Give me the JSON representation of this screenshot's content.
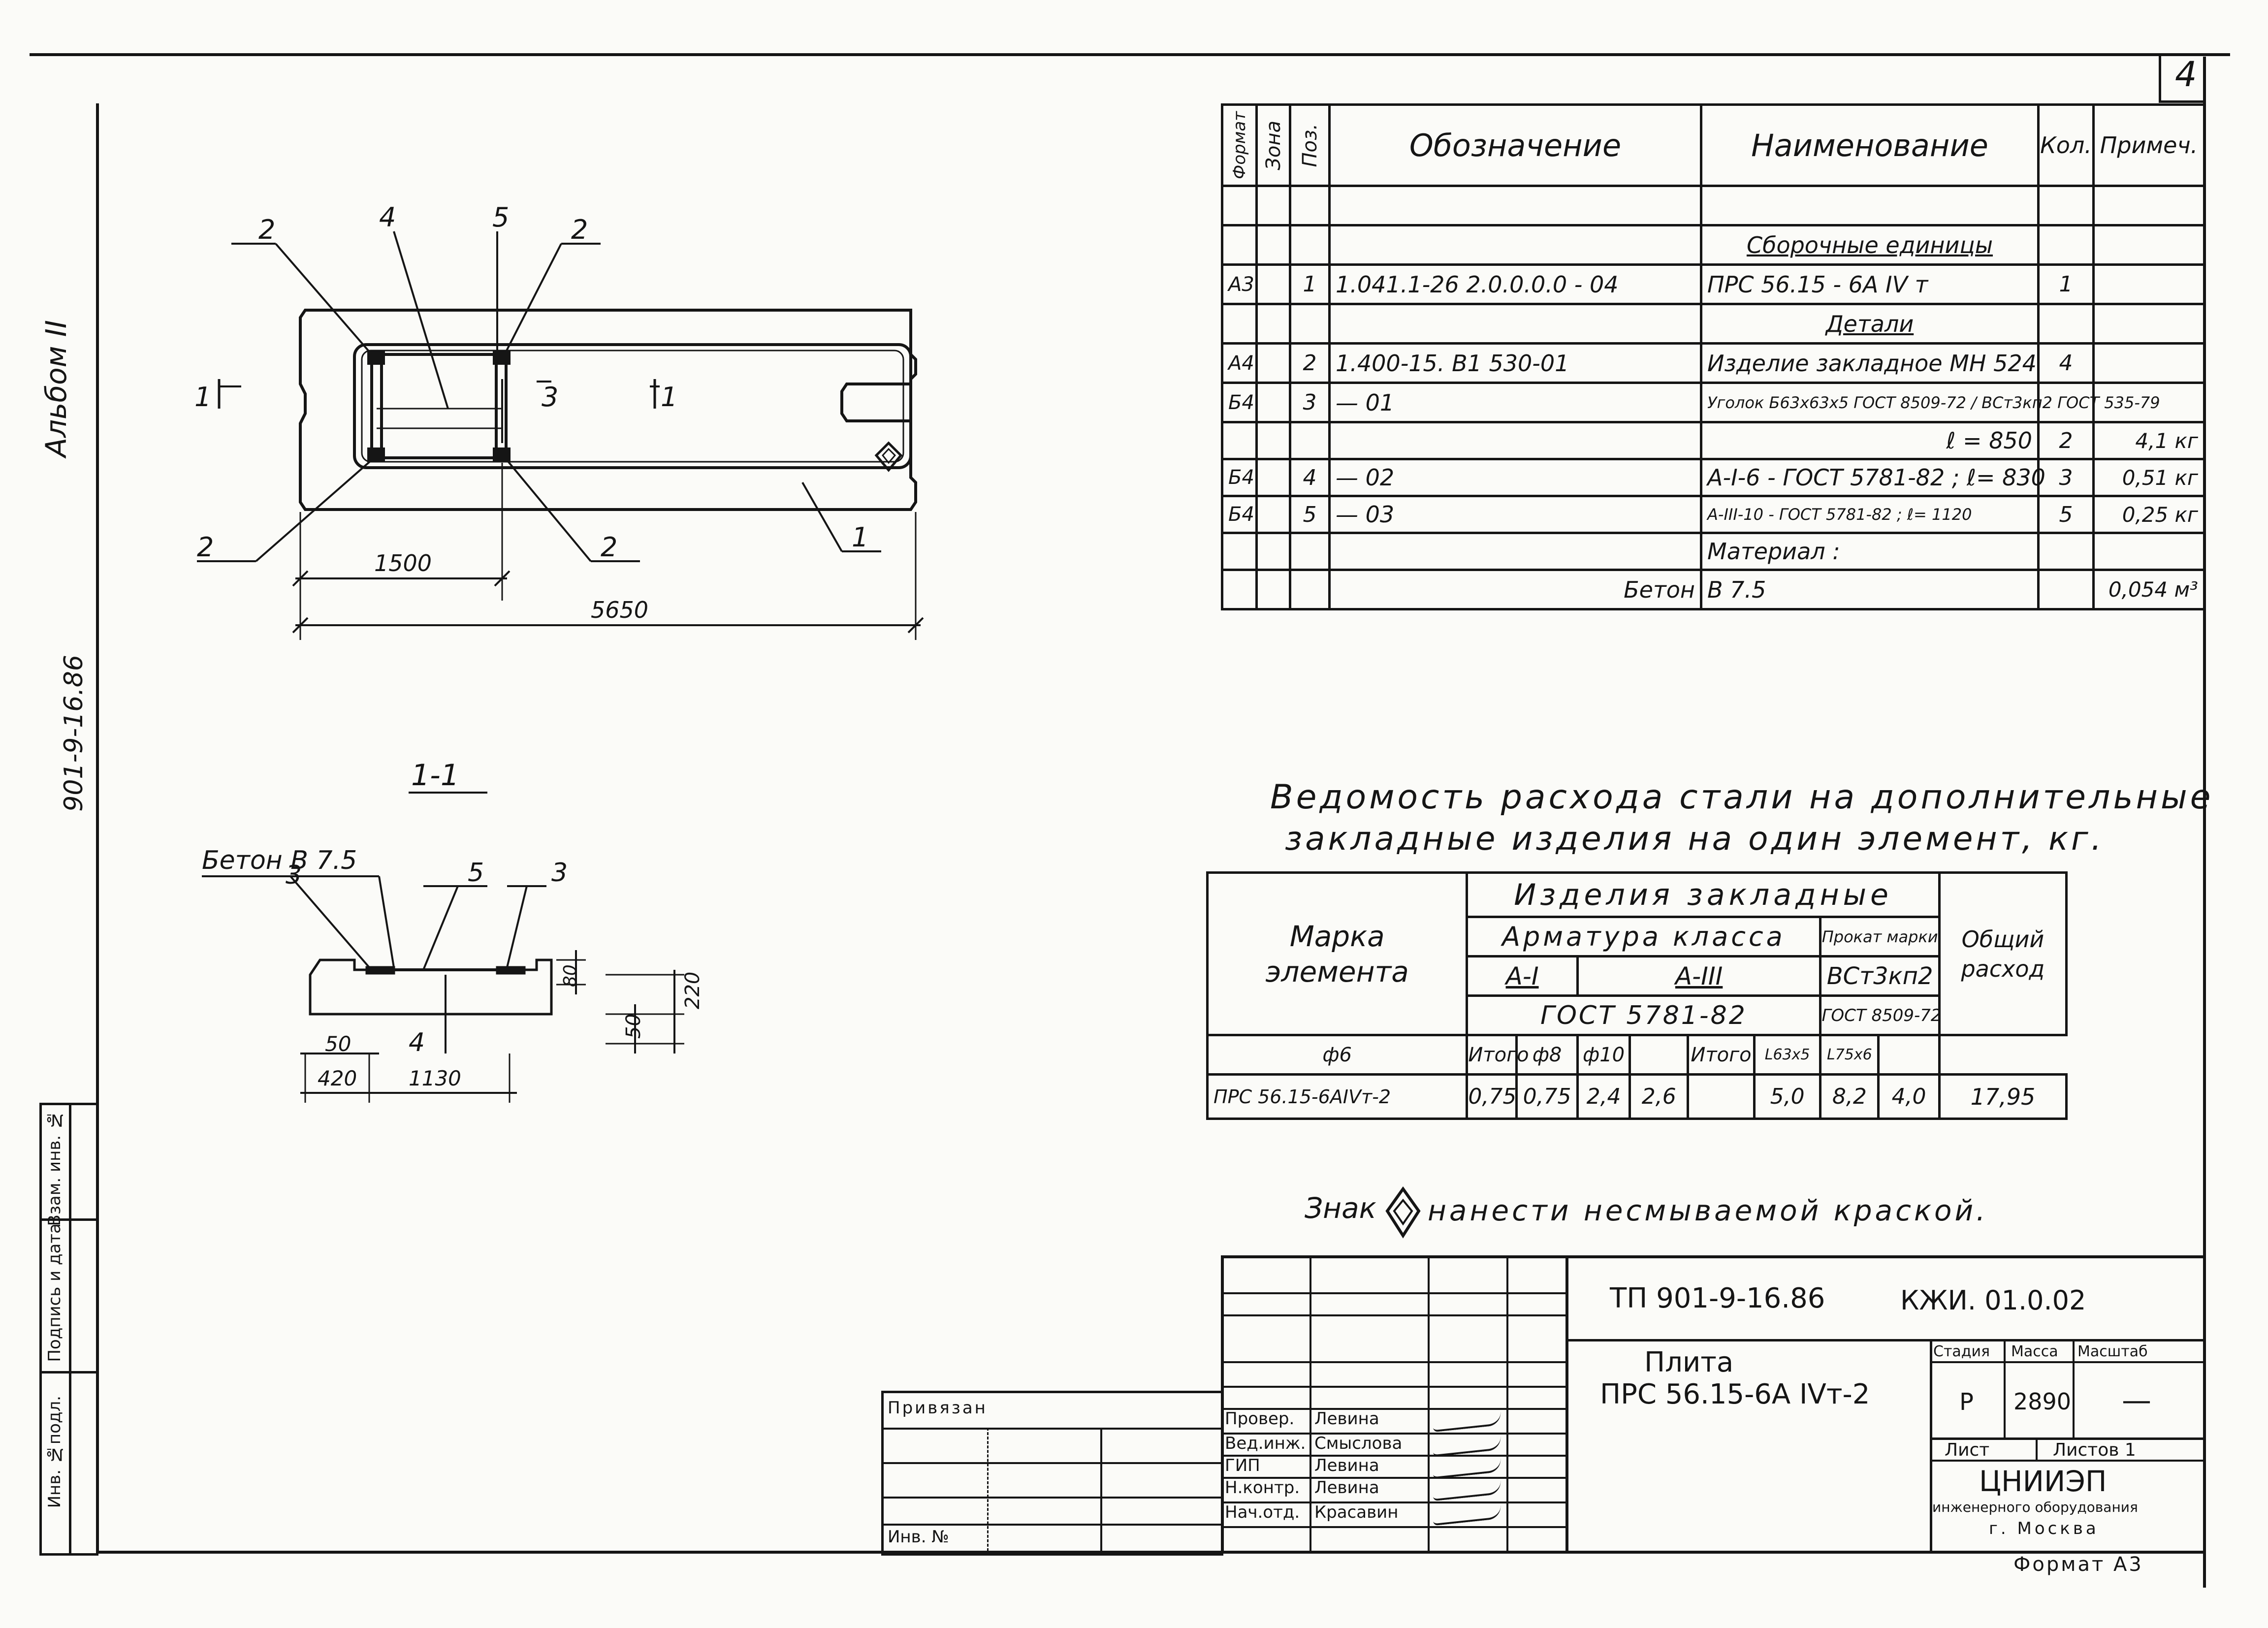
{
  "sheet_number": "4",
  "album": "Альбом II",
  "project_code_side": "901-9-16.86",
  "stamp_side": [
    "Инв. №подл.",
    "Подпись и дата",
    "Взам. инв. №"
  ],
  "plan_view": {
    "labels": {
      "pos2": "2",
      "pos4": "4",
      "pos5": "5",
      "pos1": "1",
      "pos3": "3",
      "section_mark": "1",
      "section_mark_left": "1"
    },
    "dim_1500": "1500",
    "dim_5650": "5650"
  },
  "section_view": {
    "title": "1-1",
    "concrete": "Бетон В 7.5",
    "labels": {
      "pos3a": "3",
      "pos5": "5",
      "pos3b": "3",
      "pos4": "4"
    },
    "dims": {
      "d50a": "50",
      "d420": "420",
      "d1130": "1130",
      "d80": "80",
      "d220": "220",
      "d50b": "50"
    }
  },
  "spec": {
    "headers": [
      "Формат",
      "Зона",
      "Поз.",
      "Обозначение",
      "Наименование",
      "Кол.",
      "Примеч."
    ],
    "rows": [
      {
        "f": "",
        "z": "",
        "p": "",
        "o": "",
        "n": "Сборочные единицы",
        "k": "",
        "pr": "",
        "ul": true
      },
      {
        "f": "А3",
        "z": "",
        "p": "1",
        "o": "1.041.1-26  2.0.0.0.0 - 04",
        "n": "ПРС 56.15 - 6А IV т",
        "k": "1",
        "pr": ""
      },
      {
        "f": "",
        "z": "",
        "p": "",
        "o": "",
        "n": "Детали",
        "k": "",
        "pr": "",
        "ul": true
      },
      {
        "f": "А4",
        "z": "",
        "p": "2",
        "o": "1.400-15. В1  530-01",
        "n": "Изделие закладное МН 524",
        "k": "4",
        "pr": ""
      },
      {
        "f": "Б4",
        "z": "",
        "p": "3",
        "o": "— 01",
        "n": "Уголок Б63х63х5 ГОСТ 8509-72 / ВСт3кп2 ГОСТ 535-79",
        "k": "",
        "pr": ""
      },
      {
        "f": "",
        "z": "",
        "p": "",
        "o": "",
        "n": "ℓ = 850",
        "k": "2",
        "pr": "4,1 кг"
      },
      {
        "f": "Б4",
        "z": "",
        "p": "4",
        "o": "— 02",
        "n": "А-I-6 - ГОСТ 5781-82 ; ℓ= 830",
        "k": "3",
        "pr": "0,51 кг"
      },
      {
        "f": "Б4",
        "z": "",
        "p": "5",
        "o": "— 03",
        "n": "А-III-10 - ГОСТ 5781-82 ; ℓ= 1120",
        "k": "5",
        "pr": "0,25 кг"
      },
      {
        "f": "",
        "z": "",
        "p": "",
        "o": "",
        "n": "Материал :",
        "k": "",
        "pr": ""
      },
      {
        "f": "",
        "z": "",
        "p": "",
        "o": "Бетон",
        "n": "В 7.5",
        "k": "",
        "pr": "0,054 м³"
      }
    ]
  },
  "steel": {
    "title_line1": "Ведомость расхода стали на дополнительные",
    "title_line2": "закладные изделия на один элемент, кг.",
    "mark_header": "Марка элемента",
    "embedded_header": "Изделия закладные",
    "armatura_header": "Арматура класса",
    "prokat_header": "Прокат марки",
    "total_header": "Общий расход",
    "class_a1": "А-I",
    "class_a3": "А-III",
    "gost_5781": "ГОСТ 5781-82",
    "vst": "ВСт3кп2",
    "gost_8509": "ГОСТ 8509-72",
    "sub": [
      "ф6",
      "Итого",
      "ф8",
      "ф10",
      "",
      "Итого",
      "L63х5",
      "L75х6"
    ],
    "row": {
      "mark": "ПРС 56.15-6АIVт-2",
      "v": [
        "0,75",
        "0,75",
        "2,4",
        "2,6",
        "",
        "5,0",
        "8,2",
        "4,0"
      ],
      "total": "17,95"
    }
  },
  "note": {
    "before": "Знак",
    "after": "нанести несмываемой краской."
  },
  "title_block": {
    "project": "ТП 901-9-16.86",
    "code": "КЖИ. 01.0.02",
    "name_line1": "Плита",
    "name_line2": "ПРС 56.15-6А IVт-2",
    "stage_header": "Стадия",
    "mass_header": "Масса",
    "scale_header": "Масштаб",
    "stage": "Р",
    "mass": "2890",
    "scale": "—",
    "sheet_label": "Лист",
    "sheets_label": "Листов 1",
    "org1": "ЦНИИЭП",
    "org2": "инженерного оборудования",
    "org3": "г. Москва",
    "format": "Формат А3",
    "bound": "Привязан",
    "inv": "Инв. №",
    "signatures": [
      {
        "role": "Провер.",
        "name": "Левина"
      },
      {
        "role": "Вед.инж.",
        "name": "Смыслова"
      },
      {
        "role": "ГИП",
        "name": "Левина"
      },
      {
        "role": "Н.контр.",
        "name": "Левина"
      },
      {
        "role": "Нач.отд.",
        "name": "Красавин"
      }
    ]
  }
}
